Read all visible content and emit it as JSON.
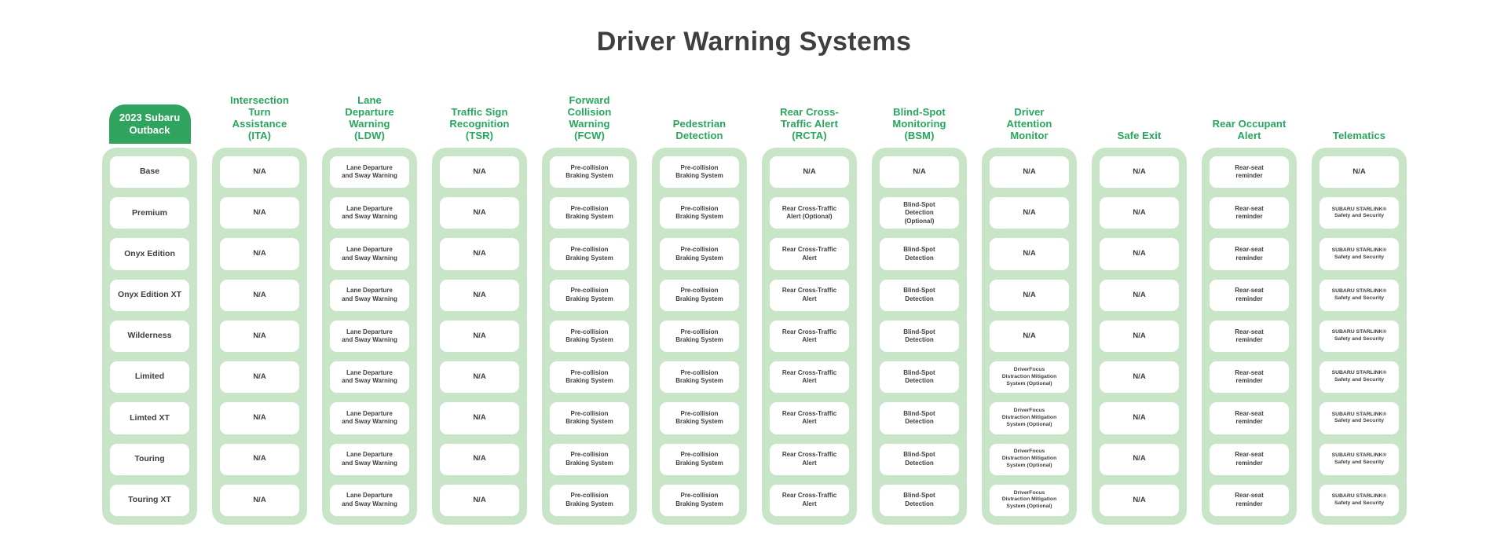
{
  "colors": {
    "brand_green": "#2ea45f",
    "header_text_green": "#27a65c",
    "column_bg_green": "#c9e5c8",
    "cell_bg": "#ffffff",
    "cell_text": "#3e3e3e",
    "title_text": "#3f3f3f"
  },
  "display": {
    "title": "Driver Warning Systems",
    "corner_label": "2023 Subaru\nOutback",
    "trims": [
      "Base",
      "Premium",
      "Onyx Edition",
      "Onyx Edition XT",
      "Wilderness",
      "Limited",
      "Limted XT",
      "Touring",
      "Touring XT"
    ],
    "columns": [
      {
        "label": "Intersection\nTurn\nAssistance\n(ITA)",
        "cells": [
          "N/A",
          "N/A",
          "N/A",
          "N/A",
          "N/A",
          "N/A",
          "N/A",
          "N/A",
          "N/A"
        ]
      },
      {
        "label": "Lane\nDeparture\nWarning\n(LDW)",
        "cells": [
          "Lane Departure\nand Sway Warning",
          "Lane Departure\nand Sway Warning",
          "Lane Departure\nand Sway Warning",
          "Lane Departure\nand Sway Warning",
          "Lane Departure\nand Sway Warning",
          "Lane Departure\nand Sway Warning",
          "Lane Departure\nand Sway Warning",
          "Lane Departure\nand Sway Warning",
          "Lane Departure\nand Sway Warning"
        ]
      },
      {
        "label": "Traffic Sign\nRecognition\n(TSR)",
        "cells": [
          "N/A",
          "N/A",
          "N/A",
          "N/A",
          "N/A",
          "N/A",
          "N/A",
          "N/A",
          "N/A"
        ]
      },
      {
        "label": "Forward\nCollision\nWarning\n(FCW)",
        "cells": [
          "Pre-collision\nBraking System",
          "Pre-collision\nBraking System",
          "Pre-collision\nBraking System",
          "Pre-collision\nBraking System",
          "Pre-collision\nBraking System",
          "Pre-collision\nBraking System",
          "Pre-collision\nBraking System",
          "Pre-collision\nBraking System",
          "Pre-collision\nBraking System"
        ]
      },
      {
        "label": "Pedestrian\nDetection",
        "cells": [
          "Pre-collision\nBraking System",
          "Pre-collision\nBraking System",
          "Pre-collision\nBraking System",
          "Pre-collision\nBraking System",
          "Pre-collision\nBraking System",
          "Pre-collision\nBraking System",
          "Pre-collision\nBraking System",
          "Pre-collision\nBraking System",
          "Pre-collision\nBraking System"
        ]
      },
      {
        "label": "Rear Cross-\nTraffic Alert\n(RCTA)",
        "cells": [
          "N/A",
          "Rear Cross-Traffic\nAlert (Optional)",
          "Rear Cross-Traffic\nAlert",
          "Rear Cross-Traffic\nAlert",
          "Rear Cross-Traffic\nAlert",
          "Rear Cross-Traffic\nAlert",
          "Rear Cross-Traffic\nAlert",
          "Rear Cross-Traffic\nAlert",
          "Rear Cross-Traffic\nAlert"
        ]
      },
      {
        "label": "Blind-Spot\nMonitoring\n(BSM)",
        "cells": [
          "N/A",
          "Blind-Spot\nDetection\n(Optional)",
          "Blind-Spot\nDetection",
          "Blind-Spot\nDetection",
          "Blind-Spot\nDetection",
          "Blind-Spot\nDetection",
          "Blind-Spot\nDetection",
          "Blind-Spot\nDetection",
          "Blind-Spot\nDetection"
        ]
      },
      {
        "label": "Driver\nAttention\nMonitor",
        "cells": [
          "N/A",
          "N/A",
          "N/A",
          "N/A",
          "N/A",
          "DriverFocus\nDistraction Mitigation\nSystem (Optional)",
          "DriverFocus\nDistraction Mitigation\nSystem (Optional)",
          "DriverFocus\nDistraction Mitigation\nSystem (Optional)",
          "DriverFocus\nDistraction Mitigation\nSystem (Optional)"
        ]
      },
      {
        "label": "Safe Exit",
        "cells": [
          "N/A",
          "N/A",
          "N/A",
          "N/A",
          "N/A",
          "N/A",
          "N/A",
          "N/A",
          "N/A"
        ]
      },
      {
        "label": "Rear Occupant\nAlert",
        "cells": [
          "Rear-seat\nreminder",
          "Rear-seat\nreminder",
          "Rear-seat\nreminder",
          "Rear-seat\nreminder",
          "Rear-seat\nreminder",
          "Rear-seat\nreminder",
          "Rear-seat\nreminder",
          "Rear-seat\nreminder",
          "Rear-seat\nreminder"
        ]
      },
      {
        "label": "Telematics",
        "cells": [
          "N/A",
          "SUBARU STARLINK®\nSafety and Security",
          "SUBARU STARLINK®\nSafety and Security",
          "SUBARU STARLINK®\nSafety and Security",
          "SUBARU STARLINK®\nSafety and Security",
          "SUBARU STARLINK®\nSafety and Security",
          "SUBARU STARLINK®\nSafety and Security",
          "SUBARU STARLINK®\nSafety and Security",
          "SUBARU STARLINK®\nSafety and Security"
        ]
      }
    ]
  },
  "chart_data": {
    "type": "table",
    "title": "Driver Warning Systems",
    "corner_header": "2023 Subaru Outback",
    "column_headers": [
      "Intersection Turn Assistance (ITA)",
      "Lane Departure Warning (LDW)",
      "Traffic Sign Recognition (TSR)",
      "Forward Collision Warning (FCW)",
      "Pedestrian Detection",
      "Rear Cross-Traffic Alert (RCTA)",
      "Blind-Spot Monitoring (BSM)",
      "Driver Attention Monitor",
      "Safe Exit",
      "Rear Occupant Alert",
      "Telematics"
    ],
    "rows": [
      {
        "trim": "Base",
        "values": [
          "N/A",
          "Lane Departure and Sway Warning",
          "N/A",
          "Pre-collision Braking System",
          "Pre-collision Braking System",
          "N/A",
          "N/A",
          "N/A",
          "N/A",
          "Rear-seat reminder",
          "N/A"
        ]
      },
      {
        "trim": "Premium",
        "values": [
          "N/A",
          "Lane Departure and Sway Warning",
          "N/A",
          "Pre-collision Braking System",
          "Pre-collision Braking System",
          "Rear Cross-Traffic Alert (Optional)",
          "Blind-Spot Detection (Optional)",
          "N/A",
          "N/A",
          "Rear-seat reminder",
          "SUBARU STARLINK® Safety and Security"
        ]
      },
      {
        "trim": "Onyx Edition",
        "values": [
          "N/A",
          "Lane Departure and Sway Warning",
          "N/A",
          "Pre-collision Braking System",
          "Pre-collision Braking System",
          "Rear Cross-Traffic Alert",
          "Blind-Spot Detection",
          "N/A",
          "N/A",
          "Rear-seat reminder",
          "SUBARU STARLINK® Safety and Security"
        ]
      },
      {
        "trim": "Onyx Edition XT",
        "values": [
          "N/A",
          "Lane Departure and Sway Warning",
          "N/A",
          "Pre-collision Braking System",
          "Pre-collision Braking System",
          "Rear Cross-Traffic Alert",
          "Blind-Spot Detection",
          "N/A",
          "N/A",
          "Rear-seat reminder",
          "SUBARU STARLINK® Safety and Security"
        ]
      },
      {
        "trim": "Wilderness",
        "values": [
          "N/A",
          "Lane Departure and Sway Warning",
          "N/A",
          "Pre-collision Braking System",
          "Pre-collision Braking System",
          "Rear Cross-Traffic Alert",
          "Blind-Spot Detection",
          "N/A",
          "N/A",
          "Rear-seat reminder",
          "SUBARU STARLINK® Safety and Security"
        ]
      },
      {
        "trim": "Limited",
        "values": [
          "N/A",
          "Lane Departure and Sway Warning",
          "N/A",
          "Pre-collision Braking System",
          "Pre-collision Braking System",
          "Rear Cross-Traffic Alert",
          "Blind-Spot Detection",
          "DriverFocus Distraction Mitigation System (Optional)",
          "N/A",
          "Rear-seat reminder",
          "SUBARU STARLINK® Safety and Security"
        ]
      },
      {
        "trim": "Limted XT",
        "values": [
          "N/A",
          "Lane Departure and Sway Warning",
          "N/A",
          "Pre-collision Braking System",
          "Pre-collision Braking System",
          "Rear Cross-Traffic Alert",
          "Blind-Spot Detection",
          "DriverFocus Distraction Mitigation System (Optional)",
          "N/A",
          "Rear-seat reminder",
          "SUBARU STARLINK® Safety and Security"
        ]
      },
      {
        "trim": "Touring",
        "values": [
          "N/A",
          "Lane Departure and Sway Warning",
          "N/A",
          "Pre-collision Braking System",
          "Pre-collision Braking System",
          "Rear Cross-Traffic Alert",
          "Blind-Spot Detection",
          "DriverFocus Distraction Mitigation System (Optional)",
          "N/A",
          "Rear-seat reminder",
          "SUBARU STARLINK® Safety and Security"
        ]
      },
      {
        "trim": "Touring XT",
        "values": [
          "N/A",
          "Lane Departure and Sway Warning",
          "N/A",
          "Pre-collision Braking System",
          "Pre-collision Braking System",
          "Rear Cross-Traffic Alert",
          "Blind-Spot Detection",
          "DriverFocus Distraction Mitigation System (Optional)",
          "N/A",
          "Rear-seat reminder",
          "SUBARU STARLINK® Safety and Security"
        ]
      }
    ]
  }
}
